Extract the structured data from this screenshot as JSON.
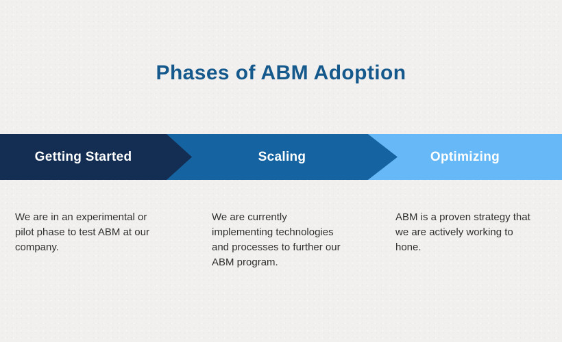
{
  "title": "Phases of ABM Adoption",
  "phases": [
    {
      "label": "Getting Started",
      "description": "We are in an experimental or\npilot phase to test ABM at our\ncompany.",
      "color": "#132e52"
    },
    {
      "label": "Scaling",
      "description": "We are currently\nimplementing technologies\nand processes to further our\nABM program.",
      "color": "#1563a0"
    },
    {
      "label": "Optimizing",
      "description": "ABM is a proven strategy that\nwe are actively working to\nhone.",
      "color": "#66b8f7"
    }
  ],
  "colors": {
    "background": "#f1f0ee",
    "title_color": "#15598c",
    "phase1_color": "#132e52",
    "phase2_color": "#1563a0",
    "phase3_color": "#66b8f7",
    "label_color": "#ffffff",
    "body_color": "#303030"
  }
}
